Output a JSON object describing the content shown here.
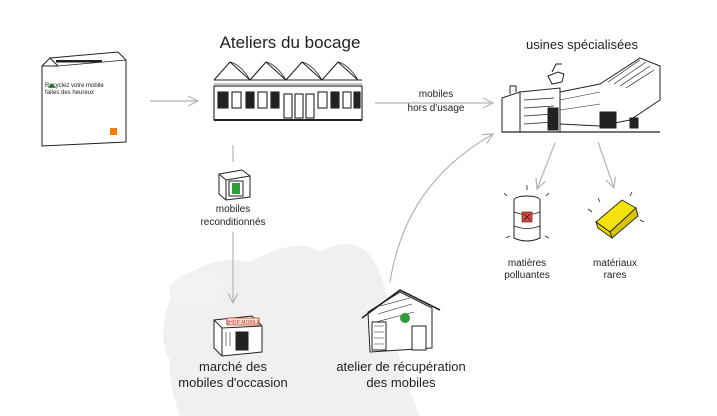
{
  "labels": {
    "workshop": "Ateliers du bocage",
    "factories": "usines spécialisées",
    "end_of_life_line1": "mobiles",
    "end_of_life_line2": "hors d'usage",
    "refurbished_line1": "mobiles",
    "refurbished_line2": "reconditionnés",
    "market_line1": "marché des",
    "market_line2": "mobiles d'occasion",
    "recovery_line1": "atelier de récupération",
    "recovery_line2": "des mobiles",
    "pollutants_line1": "matières",
    "pollutants_line2": "polluantes",
    "rare_line1": "matériaux",
    "rare_line2": "rares"
  },
  "collection_box": {
    "text_line1": "Recyclez votre mobile",
    "text_line2": "faites des heureux",
    "recycle_color": "#2e9d3a",
    "brand_color": "#ff7900"
  },
  "shop_sign": "SHOP MOBILE",
  "colors": {
    "line": "#222222",
    "arrow": "#b5b5b5",
    "blob": "#f0f0f0",
    "gold": "#f5e20a",
    "barrel_mark": "#e0463a",
    "recycle": "#2e9d3a"
  },
  "icons": {
    "collection": "collection-box-icon",
    "workshop": "workshop-building-icon",
    "factory": "factory-icon",
    "phone_box": "phone-box-icon",
    "shop": "shop-building-icon",
    "recycling_workshop": "recycling-workshop-icon",
    "barrel": "toxic-barrel-icon",
    "gold": "gold-ingot-icon"
  }
}
